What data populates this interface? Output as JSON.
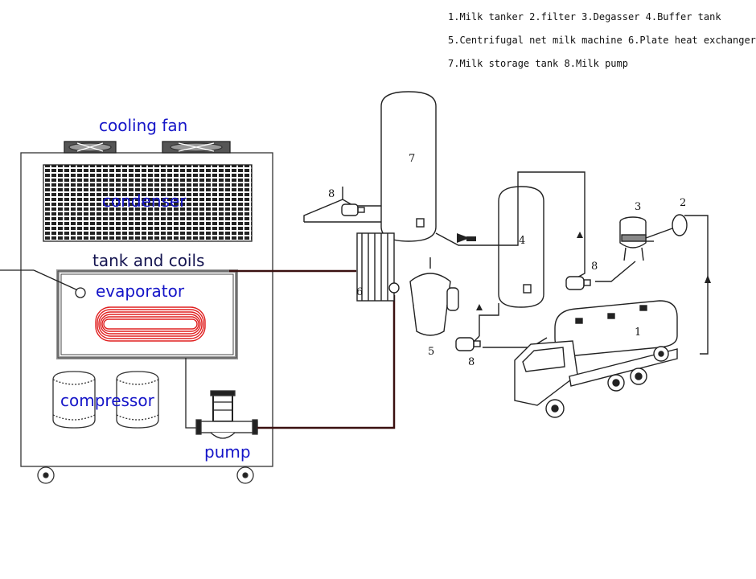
{
  "legend": {
    "line1": "1.Milk tanker  2.filter 3.Degasser 4.Buffer tank",
    "line2": "5.Centrifugal net milk machine 6.Plate heat exchanger",
    "line3": "7.Milk storage tank 8.Milk pump"
  },
  "chiller": {
    "cooling_fan": "cooling fan",
    "condenser": "condenser",
    "tank_and_coils": "tank and coils",
    "evaporator": "evaporator",
    "compressor": "compressor",
    "pump": "pump"
  },
  "process": {
    "n1": "1",
    "n2": "2",
    "n3": "3",
    "n4": "4",
    "n5": "5",
    "n6": "6",
    "n7": "7",
    "n8a": "8",
    "n8b": "8",
    "n8c": "8"
  },
  "colors": {
    "label_blue": "#1515c8",
    "coil_red": "#e02020",
    "pipe": "#3a1010"
  }
}
